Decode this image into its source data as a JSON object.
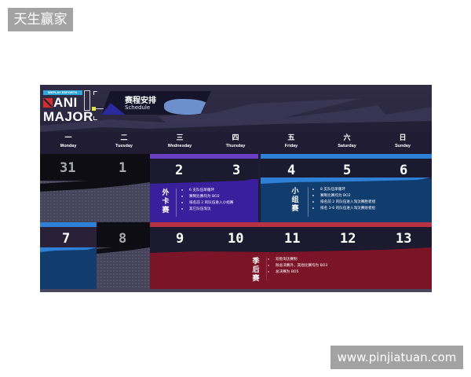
{
  "watermarks": {
    "top_left": "天生赢家",
    "bottom_right": "www.pinjiatuan.com"
  },
  "poster": {
    "logo": {
      "badge": "WEPLAY ESPORTS",
      "line1": "ANI",
      "line2": "MAJOR"
    },
    "title": {
      "cn": "赛程安排",
      "en": "Schedule"
    },
    "weekdays": [
      {
        "cn": "一",
        "en": "Monday"
      },
      {
        "cn": "二",
        "en": "Tuesday"
      },
      {
        "cn": "三",
        "en": "Wednesday"
      },
      {
        "cn": "四",
        "en": "Thursday"
      },
      {
        "cn": "五",
        "en": "Friday"
      },
      {
        "cn": "六",
        "en": "Saturday"
      },
      {
        "cn": "日",
        "en": "Sunday"
      }
    ],
    "week1": {
      "dates": [
        "31",
        "1",
        "2",
        "3",
        "4",
        "5",
        "6"
      ]
    },
    "week2": {
      "dates": [
        "7",
        "8",
        "9",
        "10",
        "11",
        "12",
        "13"
      ]
    },
    "stages": {
      "wildcard": {
        "label": "外卡赛",
        "color": "#3a1f9c",
        "header_color": "#6a3fc4",
        "items": [
          "6 支队伍单循环",
          "赛制比赛均为 BO2",
          "排名前 2 的队伍进入小组赛",
          "其它队伍淘汰"
        ]
      },
      "group": {
        "label": "小组赛",
        "color": "#103c6e",
        "header_color": "#2e7fd6",
        "items": [
          "8 支队伍单循环",
          "赛制比赛均为 BO2",
          "排名前 2 的队伍进入淘汰赛胜者组",
          "排名 3-6 的队伍进入淘汰赛败者组"
        ]
      },
      "playoffs": {
        "label": "季后赛",
        "color": "#7a1426",
        "header_color": "#b83245",
        "items": [
          "双败淘汰赛制",
          "除总决赛外，其他比赛均为 BO3",
          "总决赛为 BO5"
        ]
      }
    },
    "colors": {
      "background": "#1f1c33",
      "inactive_cell": "#44435a",
      "blue_accent": "#2e7fd6",
      "purple_accent": "#6a3fc4",
      "red_accent": "#b83245"
    }
  }
}
